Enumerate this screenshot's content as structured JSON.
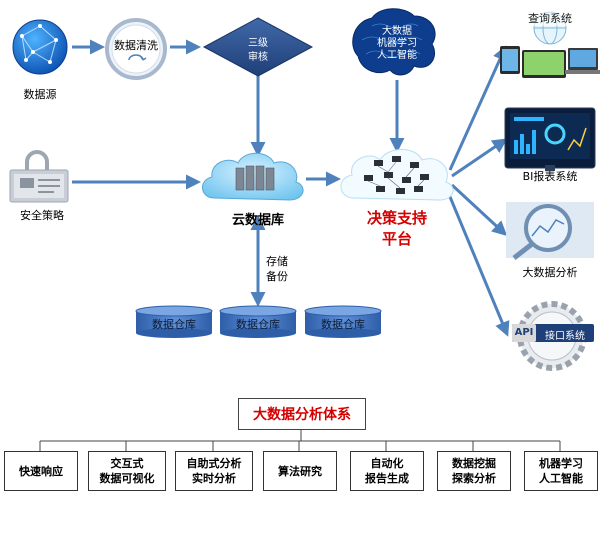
{
  "nodes": {
    "data_source": "数据源",
    "data_cleaning": "数据清洗",
    "audit_line1": "三级",
    "audit_line2": "审核",
    "bigdata_brain": [
      "大数据",
      "机器学习",
      "人工智能"
    ],
    "security_policy": "安全策略",
    "cloud_db": "云数据库",
    "decision_line1": "决策支持",
    "decision_line2": "平台",
    "storage_line1": "存储",
    "storage_line2": "备份",
    "warehouses": [
      "数据仓库",
      "数据仓库",
      "数据仓库"
    ]
  },
  "outputs": {
    "query_system": "查询系统",
    "bi_report": "BI报表系统",
    "big_data_analysis": "大数据分析",
    "api_label": "API",
    "api_sub": "接口系统"
  },
  "analysis": {
    "title": "大数据分析体系",
    "items": [
      [
        "快速响应"
      ],
      [
        "交互式",
        "数据可视化"
      ],
      [
        "自助式分析",
        "实时分析"
      ],
      [
        "算法研究"
      ],
      [
        "自动化",
        "报告生成"
      ],
      [
        "数据挖掘",
        "探索分析"
      ],
      [
        "机器学习",
        "人工智能"
      ]
    ]
  },
  "colors": {
    "arrow": "#4f81bd",
    "diamond": "#2f5496",
    "warehouse": "#4a7ac4",
    "accent_red": "#d40000",
    "cloud": "#8fd3f5"
  }
}
